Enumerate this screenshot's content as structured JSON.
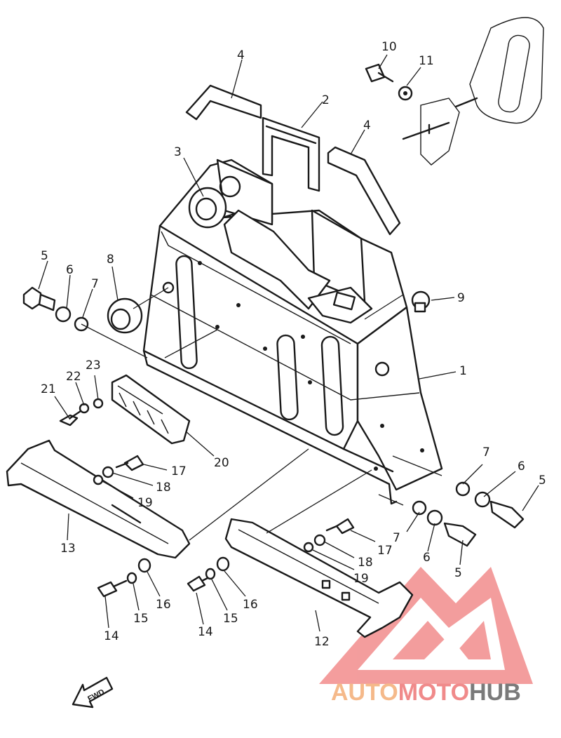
{
  "callouts": [
    {
      "id": "c1",
      "text": "1"
    },
    {
      "id": "c2",
      "text": "2"
    },
    {
      "id": "c3",
      "text": "3"
    },
    {
      "id": "c4a",
      "text": "4"
    },
    {
      "id": "c4b",
      "text": "4"
    },
    {
      "id": "c5a",
      "text": "5"
    },
    {
      "id": "c5b",
      "text": "5"
    },
    {
      "id": "c5c",
      "text": "5"
    },
    {
      "id": "c6a",
      "text": "6"
    },
    {
      "id": "c6b",
      "text": "6"
    },
    {
      "id": "c6c",
      "text": "6"
    },
    {
      "id": "c7a",
      "text": "7"
    },
    {
      "id": "c7b",
      "text": "7"
    },
    {
      "id": "c7c",
      "text": "7"
    },
    {
      "id": "c8",
      "text": "8"
    },
    {
      "id": "c9",
      "text": "9"
    },
    {
      "id": "c10",
      "text": "10"
    },
    {
      "id": "c11",
      "text": "11"
    },
    {
      "id": "c12",
      "text": "12"
    },
    {
      "id": "c13",
      "text": "13"
    },
    {
      "id": "c14a",
      "text": "14"
    },
    {
      "id": "c14b",
      "text": "14"
    },
    {
      "id": "c15a",
      "text": "15"
    },
    {
      "id": "c15b",
      "text": "15"
    },
    {
      "id": "c16a",
      "text": "16"
    },
    {
      "id": "c16b",
      "text": "16"
    },
    {
      "id": "c17a",
      "text": "17"
    },
    {
      "id": "c17b",
      "text": "17"
    },
    {
      "id": "c18a",
      "text": "18"
    },
    {
      "id": "c18b",
      "text": "18"
    },
    {
      "id": "c19a",
      "text": "19"
    },
    {
      "id": "c19b",
      "text": "19"
    },
    {
      "id": "c20",
      "text": "20"
    },
    {
      "id": "c21",
      "text": "21"
    },
    {
      "id": "c22",
      "text": "22"
    },
    {
      "id": "c23",
      "text": "23"
    }
  ],
  "fwd_label": "FWD",
  "watermark": {
    "part1": "AUTO",
    "part2": "MOTO",
    "part3": "HUB",
    "color1": "#f5b98a",
    "color2": "#f08a8a",
    "color3": "#7a7a7a",
    "logo_color": "#f07b7b"
  }
}
